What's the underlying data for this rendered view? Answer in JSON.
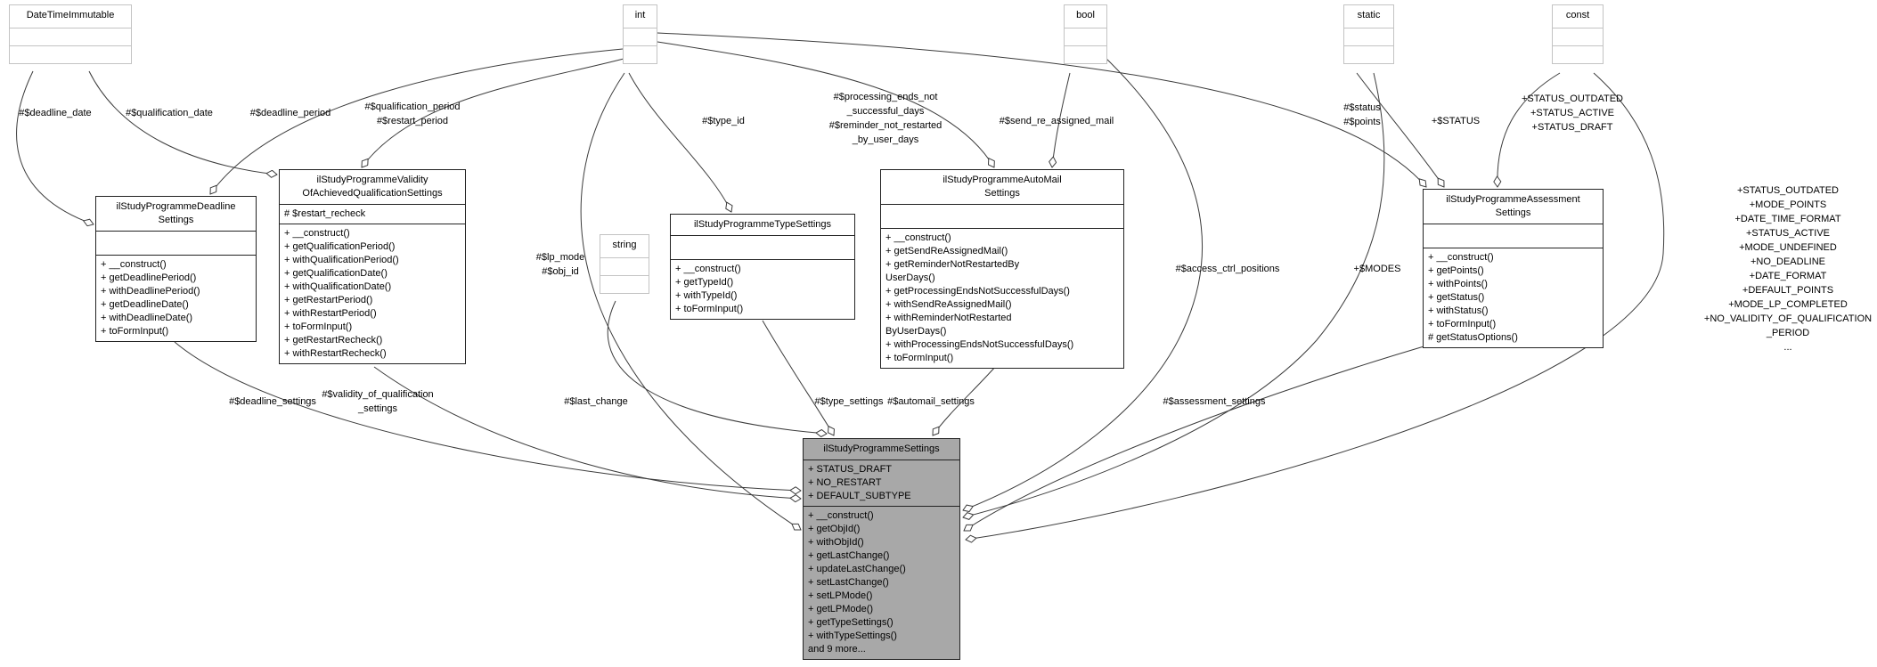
{
  "diagram": {
    "kind": "uml-collaboration-diagram",
    "main_class": "ilStudyProgrammeSettings",
    "colors": {
      "background": "#ffffff",
      "main_node_fill": "#a8a8a8",
      "class_border": "#222222",
      "type_border": "#c3c3c3",
      "edge": "#3c3c3c"
    }
  },
  "classes": {
    "datetimeimmutable": {
      "title_lines": [
        "DateTimeImmutable"
      ],
      "attributes": [],
      "methods": []
    },
    "int": {
      "title_lines": [
        "int"
      ],
      "attributes": [],
      "methods": []
    },
    "bool": {
      "title_lines": [
        "bool"
      ],
      "attributes": [],
      "methods": []
    },
    "static": {
      "title_lines": [
        "static"
      ],
      "attributes": [],
      "methods": []
    },
    "const": {
      "title_lines": [
        "const"
      ],
      "attributes": [],
      "methods": []
    },
    "string": {
      "title_lines": [
        "string"
      ],
      "attributes": [],
      "methods": []
    },
    "deadline": {
      "title_lines": [
        "ilStudyProgrammeDeadline",
        "Settings"
      ],
      "attributes": [],
      "methods": [
        "+ __construct()",
        "+ getDeadlinePeriod()",
        "+ withDeadlinePeriod()",
        "+ getDeadlineDate()",
        "+ withDeadlineDate()",
        "+ toFormInput()"
      ]
    },
    "validity": {
      "title_lines": [
        "ilStudyProgrammeValidity",
        "OfAchievedQualificationSettings"
      ],
      "attributes": [
        "# $restart_recheck"
      ],
      "methods": [
        "+ __construct()",
        "+ getQualificationPeriod()",
        "+ withQualificationPeriod()",
        "+ getQualificationDate()",
        "+ withQualificationDate()",
        "+ getRestartPeriod()",
        "+ withRestartPeriod()",
        "+ toFormInput()",
        "+ getRestartRecheck()",
        "+ withRestartRecheck()"
      ]
    },
    "type": {
      "title_lines": [
        "ilStudyProgrammeTypeSettings"
      ],
      "attributes": [],
      "methods": [
        "+ __construct()",
        "+ getTypeId()",
        "+ withTypeId()",
        "+ toFormInput()"
      ]
    },
    "automail": {
      "title_lines": [
        "ilStudyProgrammeAutoMail",
        "Settings"
      ],
      "attributes": [],
      "methods": [
        "+ __construct()",
        "+ getSendReAssignedMail()",
        "+ getReminderNotRestartedBy",
        "UserDays()",
        "+ getProcessingEndsNotSuccessfulDays()",
        "+ withSendReAssignedMail()",
        "+ withReminderNotRestarted",
        "ByUserDays()",
        "+ withProcessingEndsNotSuccessfulDays()",
        "+ toFormInput()"
      ]
    },
    "assessment": {
      "title_lines": [
        "ilStudyProgrammeAssessment",
        "Settings"
      ],
      "attributes": [],
      "methods": [
        "+ __construct()",
        "+ getPoints()",
        "+ withPoints()",
        "+ getStatus()",
        "+ withStatus()",
        "+ toFormInput()",
        "# getStatusOptions()"
      ]
    },
    "settings": {
      "title_lines": [
        "ilStudyProgrammeSettings"
      ],
      "attributes": [
        "+ STATUS_DRAFT",
        "+ NO_RESTART",
        "+ DEFAULT_SUBTYPE"
      ],
      "methods": [
        "+ __construct()",
        "+ getObjId()",
        "+ withObjId()",
        "+ getLastChange()",
        "+ updateLastChange()",
        "+ setLastChange()",
        "+ setLPMode()",
        "+ getLPMode()",
        "+ getTypeSettings()",
        "+ withTypeSettings()",
        "and 9 more..."
      ]
    }
  },
  "edge_labels": {
    "deadline_date": [
      "#$deadline_date"
    ],
    "qualification_date": [
      "#$qualification_date"
    ],
    "deadline_period": [
      "#$deadline_period"
    ],
    "qualification_restart_period": [
      "#$qualification_period",
      "#$restart_period"
    ],
    "type_id": [
      "#$type_id"
    ],
    "automail_days": [
      "#$processing_ends_not",
      "_successful_days",
      "#$reminder_not_restarted",
      "_by_user_days"
    ],
    "send_re_assigned_mail": [
      "#$send_re_assigned_mail"
    ],
    "status_points": [
      "#$status",
      "#$points"
    ],
    "status_const": [
      "+$STATUS"
    ],
    "status_list": [
      "+STATUS_OUTDATED",
      "+STATUS_ACTIVE",
      "+STATUS_DRAFT"
    ],
    "lp_mode_obj_id": [
      "#$lp_mode",
      "#$obj_id"
    ],
    "access_ctrl_positions": [
      "#$access_ctrl_positions"
    ],
    "modes": [
      "+$MODES"
    ],
    "deadline_settings": [
      "#$deadline_settings"
    ],
    "validity_settings": [
      "#$validity_of_qualification",
      "_settings"
    ],
    "last_change": [
      "#$last_change"
    ],
    "type_settings": [
      "#$type_settings"
    ],
    "automail_settings": [
      "#$automail_settings"
    ],
    "assessment_settings": [
      "#$assessment_settings"
    ],
    "const_members": [
      "+STATUS_OUTDATED",
      "+MODE_POINTS",
      "+DATE_TIME_FORMAT",
      "+STATUS_ACTIVE",
      "+MODE_UNDEFINED",
      "+NO_DEADLINE",
      "+DATE_FORMAT",
      "+DEFAULT_POINTS",
      "+MODE_LP_COMPLETED",
      "+NO_VALIDITY_OF_QUALIFICATION",
      "_PERIOD",
      "..."
    ]
  }
}
